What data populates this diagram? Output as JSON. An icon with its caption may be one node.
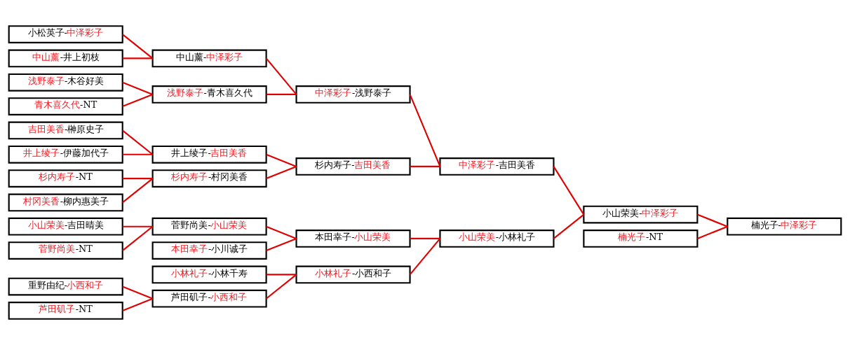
{
  "diagram": {
    "nodes": [
      {
        "text": [
          "小松英子-中泽彩子"
        ]
      },
      {
        "text": [
          "中山薰-井上初枝"
        ]
      },
      {
        "text": [
          "浅野泰子-木谷好美"
        ]
      },
      {
        "text": [
          "青木喜久代-NT"
        ]
      },
      {
        "text": [
          "吉田美香-榊原史子"
        ]
      },
      {
        "text": [
          "井上绫子-伊藤加代子"
        ]
      },
      {
        "text": [
          "杉内寿子-NT"
        ]
      },
      {
        "text": [
          "村冈美香-柳内惠美子"
        ]
      },
      {
        "text": [
          "小山荣美-吉田晴美"
        ]
      },
      {
        "text": [
          "菅野尚美-NT"
        ]
      },
      {
        "text": [
          "重野由纪-小西和子"
        ]
      },
      {
        "text": [
          "芦田矶子-NT"
        ]
      },
      {
        "text": [
          "中山薰-中泽彩子"
        ]
      },
      {
        "text": [
          "浅野泰子-青木喜久代"
        ]
      },
      {
        "text": [
          "井上绫子-吉田美香"
        ]
      },
      {
        "text": [
          "杉内寿子-村冈美香"
        ]
      },
      {
        "text": [
          "菅野尚美-小山荣美"
        ]
      },
      {
        "text": [
          "本田幸子-小川诚子"
        ]
      },
      {
        "text": [
          "小林礼子-小林千寿"
        ]
      },
      {
        "text": [
          "芦田矶子-小西和子"
        ]
      },
      {
        "text": [
          "中泽彩子-浅野泰子"
        ]
      },
      {
        "text": [
          "杉内寿子-吉田美香"
        ]
      },
      {
        "text": [
          "本田幸子-小山荣美"
        ]
      },
      {
        "text": [
          "小林礼子-小西和子"
        ]
      },
      {
        "text": [
          "中泽彩子-吉田美香"
        ]
      },
      {
        "text": [
          "小山荣美-小林礼子"
        ]
      },
      {
        "text": [
          "小山荣美-中泽彩子"
        ]
      },
      {
        "text": [
          "楠光子-NT"
        ]
      },
      {
        "text": [
          "楠光子-中泽彩子"
        ]
      }
    ],
    "edges": [
      {
        "from": 0,
        "to": 12,
        "arrow": "none"
      },
      {
        "from": 1,
        "to": 12,
        "arrow": "none"
      },
      {
        "from": 2,
        "to": 13,
        "arrow": "none"
      },
      {
        "from": 3,
        "to": 13,
        "arrow": "none"
      },
      {
        "from": 4,
        "to": 14,
        "arrow": "none"
      },
      {
        "from": 5,
        "to": 14,
        "arrow": "none"
      },
      {
        "from": 6,
        "to": 15,
        "arrow": "none"
      },
      {
        "from": 7,
        "to": 15,
        "arrow": "none"
      },
      {
        "from": 8,
        "to": 16,
        "arrow": "none"
      },
      {
        "from": 9,
        "to": 16,
        "arrow": "none"
      },
      {
        "from": 10,
        "to": 19,
        "arrow": "none"
      },
      {
        "from": 11,
        "to": 19,
        "arrow": "none"
      },
      {
        "from": 12,
        "to": 20,
        "arrow": "none"
      },
      {
        "from": 13,
        "to": 20,
        "arrow": "none"
      },
      {
        "from": 14,
        "to": 21,
        "arrow": "none"
      },
      {
        "from": 15,
        "to": 21,
        "arrow": "none"
      },
      {
        "from": 16,
        "to": 22,
        "arrow": "none"
      },
      {
        "from": 17,
        "to": 22,
        "arrow": "none"
      },
      {
        "from": 18,
        "to": 23,
        "arrow": "none"
      },
      {
        "from": 19,
        "to": 23,
        "arrow": "none"
      },
      {
        "from": 20,
        "to": 24,
        "arrow": "none"
      },
      {
        "from": 21,
        "to": 24,
        "arrow": "none"
      },
      {
        "from": 22,
        "to": 25,
        "arrow": "none"
      },
      {
        "from": 23,
        "to": 25,
        "arrow": "none"
      },
      {
        "from": 24,
        "to": 26,
        "arrow": "none"
      },
      {
        "from": 25,
        "to": 26,
        "arrow": "none"
      },
      {
        "from": 26,
        "to": 28,
        "arrow": "none"
      },
      {
        "from": 27,
        "to": 28,
        "arrow": "none"
      }
    ]
  }
}
